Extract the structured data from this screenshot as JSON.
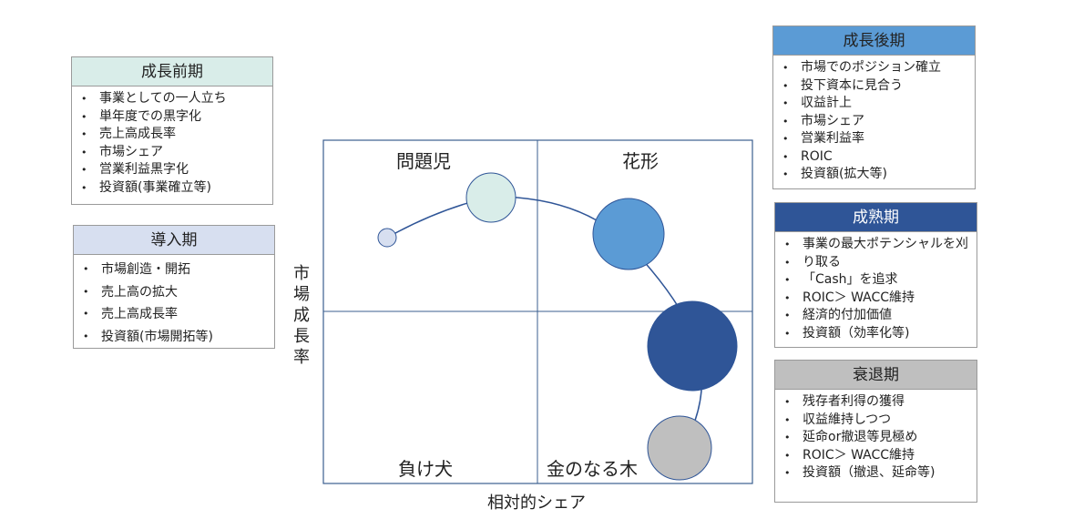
{
  "stages": {
    "early": {
      "title": "成長前期",
      "color": "#d9ede9",
      "items": [
        "事業としての一人立ち",
        "単年度での黒字化",
        "売上高成長率",
        "市場シェア",
        "営業利益黒字化",
        "投資額(事業確立等)"
      ]
    },
    "intro": {
      "title": "導入期",
      "color": "#d7dff0",
      "items": [
        "市場創造・開拓",
        "売上高の拡大",
        "売上高成長率",
        "投資額(市場開拓等)"
      ]
    },
    "late": {
      "title": "成長後期",
      "color": "#5b9bd5",
      "items": [
        "市場でのポジション確立",
        "投下資本に見合う",
        "収益計上",
        "市場シェア",
        "営業利益率",
        "ROIC",
        "投資額(拡大等)"
      ]
    },
    "mature": {
      "title": "成熟期",
      "color": "#2f5597",
      "items": [
        "事業の最大ポテンシャルを刈",
        "り取る",
        "「Cash」を追求",
        "ROIC＞ WACC維持",
        "経済的付加価値",
        "投資額（効率化等)"
      ]
    },
    "decline": {
      "title": "衰退期",
      "color": "#bfbfbf",
      "items": [
        "残存者利得の獲得",
        "収益維持しつつ",
        "延命or撤退等見極め",
        "ROIC＞ WACC維持",
        "投資額（撤退、延命等)"
      ]
    }
  },
  "matrix": {
    "quadrants": {
      "top_left": "問題児",
      "top_right": "花形",
      "bottom_left": "負け犬",
      "bottom_right": "金のなる木"
    },
    "y_axis_label": "市場成長率",
    "x_axis_label": "相対的シェア",
    "border_color": "#3b5f8f",
    "curve_color": "#2f5597"
  }
}
